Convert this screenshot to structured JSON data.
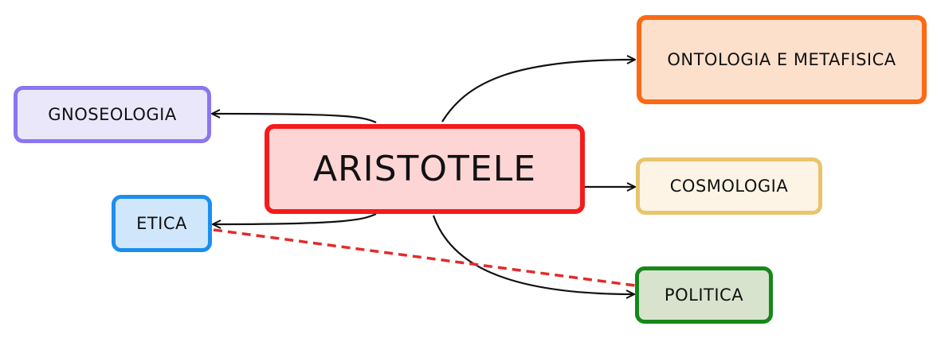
{
  "central": {
    "label": "ARISTOTELE",
    "fill": "#fdd5d5",
    "border": "#f51b1b"
  },
  "branches": [
    {
      "id": "ontologia",
      "label": "ONTOLOGIA E METAFISICA",
      "fill": "#fde0cc",
      "border": "#fa6a14"
    },
    {
      "id": "gnoseologia",
      "label": "GNOSEOLOGIA",
      "fill": "#eae7fa",
      "border": "#8a76f3"
    },
    {
      "id": "cosmologia",
      "label": "COSMOLOGIA",
      "fill": "#fdf4e6",
      "border": "#e8c46c"
    },
    {
      "id": "etica",
      "label": "ETICA",
      "fill": "#cfe6fb",
      "border": "#1c8ef0"
    },
    {
      "id": "politica",
      "label": "POLITICA",
      "fill": "#d7e3cd",
      "border": "#16871a"
    }
  ],
  "connectors": {
    "arrow_color": "#111111",
    "cross_link_color": "#e22b2b",
    "cross_link_style": "dashed",
    "cross_link_between": [
      "etica",
      "politica"
    ]
  }
}
